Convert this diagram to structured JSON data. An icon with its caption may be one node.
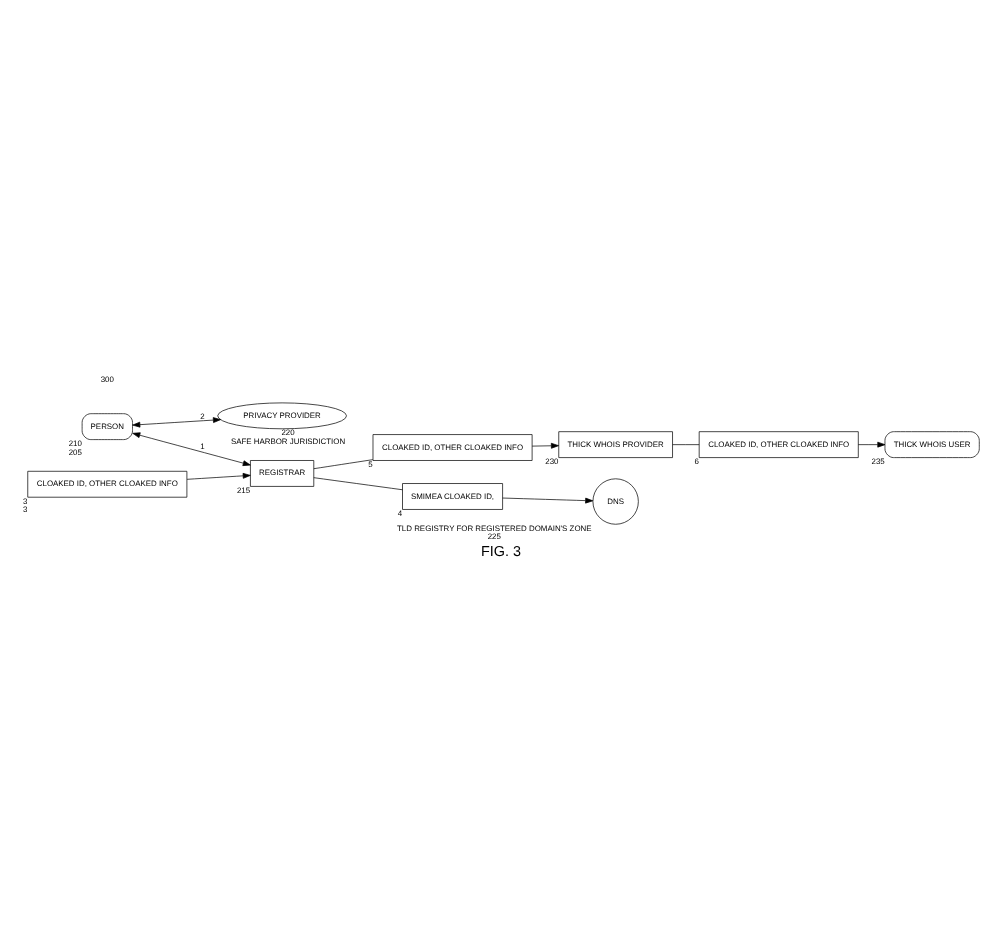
{
  "diagram": {
    "caption": "FIG. 3",
    "nodes": [
      {
        "text": [
          "PERSON"
        ],
        "beside": [
          "210",
          "205"
        ]
      },
      {
        "text": [
          "PRIVACY PROVIDER"
        ],
        "beside": [
          "220",
          "SAFE HARBOR JURISDICTION"
        ]
      },
      {
        "text": [
          "REGISTRAR"
        ],
        "beside": [
          "215"
        ]
      },
      {
        "text": [
          "CLOAKED ID, OTHER CLOAKED INFO"
        ],
        "beside": [
          "3",
          "3"
        ]
      },
      {
        "text": [
          "CLOAKED ID, OTHER CLOAKED INFO"
        ],
        "beside": [
          "5"
        ]
      },
      {
        "text": [
          "SMIMEA CLOAKED ID,"
        ],
        "beside": [
          "4"
        ]
      },
      {
        "text": [
          "DNS"
        ],
        "beside": [
          "TLD REGISTRY FOR REGISTERED DOMAIN'S ZONE",
          "225"
        ]
      },
      {
        "text": [
          "CLOAKED ID, OTHER CLOAKED INFO"
        ],
        "beside": [
          "6"
        ]
      },
      {
        "text": [
          "THICK WHOIS PROVIDER"
        ],
        "beside": [
          "230"
        ]
      },
      {
        "text": [
          "THICK WHOIS USER"
        ],
        "beside": [
          "235"
        ]
      }
    ],
    "edges": [
      {
        "from": 0,
        "to": 1,
        "arrow": "both",
        "label": "2"
      },
      {
        "from": 0,
        "to": 2,
        "arrow": "both",
        "label": "1"
      },
      {
        "from": 3,
        "to": 2,
        "arrow": "to"
      },
      {
        "from": 2,
        "to": 4,
        "arrow": "none"
      },
      {
        "from": 4,
        "to": 8,
        "arrow": "to"
      },
      {
        "from": 2,
        "to": 5,
        "arrow": "none"
      },
      {
        "from": 5,
        "to": 6,
        "arrow": "to"
      },
      {
        "from": 8,
        "to": 7,
        "arrow": "none"
      },
      {
        "from": 7,
        "to": 9,
        "arrow": "to"
      }
    ],
    "labels": [
      "300"
    ]
  }
}
